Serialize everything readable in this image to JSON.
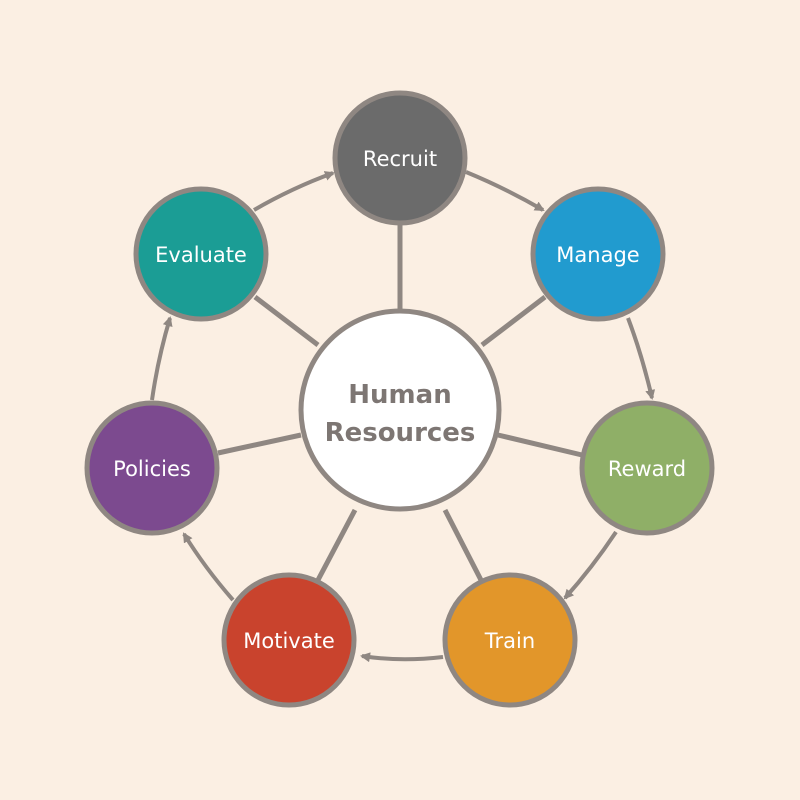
{
  "colors": {
    "background": "#fbefe3",
    "stroke": "#8f8782",
    "center_fill": "#ffffff",
    "center_text": "#7d7673"
  },
  "center": {
    "line1": "Human",
    "line2": "Resources"
  },
  "nodes": [
    {
      "id": "recruit",
      "label": "Recruit",
      "color": "#6b6b6b"
    },
    {
      "id": "manage",
      "label": "Manage",
      "color": "#219bcf"
    },
    {
      "id": "reward",
      "label": "Reward",
      "color": "#8faf67"
    },
    {
      "id": "train",
      "label": "Train",
      "color": "#e2962a"
    },
    {
      "id": "motivate",
      "label": "Motivate",
      "color": "#c9432d"
    },
    {
      "id": "policies",
      "label": "Policies",
      "color": "#7c4a8f"
    },
    {
      "id": "evaluate",
      "label": "Evaluate",
      "color": "#1b9d95"
    }
  ]
}
